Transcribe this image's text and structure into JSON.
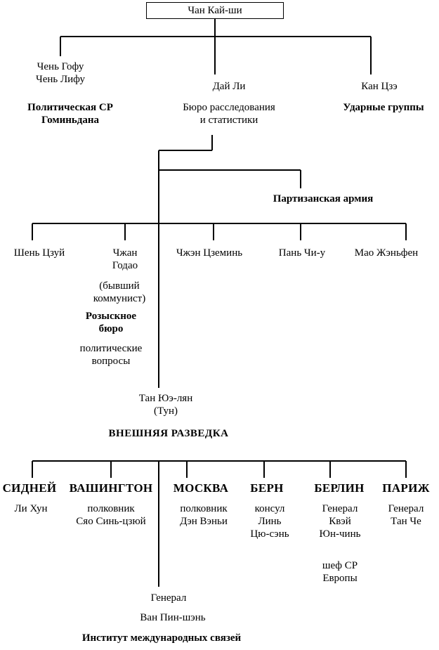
{
  "root": "Чан Кай-ши",
  "level1": {
    "left": {
      "names": [
        "Чень Гофу",
        "Чень Лифу"
      ],
      "org": [
        "Политическая СР",
        "Гоминьдана"
      ]
    },
    "center": {
      "name": "Дай Ли",
      "org": [
        "Бюро расследования",
        "и статистики"
      ]
    },
    "right": {
      "name": "Кан Цзэ",
      "org": "Ударные группы"
    }
  },
  "partisan": "Партизанская армия",
  "level2": {
    "shen": "Шень Цзуй",
    "zhang": {
      "name": [
        "Чжан",
        "Годао"
      ],
      "note": [
        "(бывший",
        "коммунист)"
      ],
      "org": [
        "Розыскное",
        "бюро"
      ],
      "sub": [
        "политические",
        "вопросы"
      ]
    },
    "zhzhen": "Чжэн Цземинь",
    "pan": "Пань Чи-у",
    "mao": "Мао Жэньфен"
  },
  "tan": [
    "Тан Юэ-лян",
    "(Тун)"
  ],
  "foreign": "ВНЕШНЯЯ РАЗВЕДКА",
  "cities": {
    "sydney": {
      "city": "СИДНЕЙ",
      "person": [
        "Ли Хун"
      ]
    },
    "washington": {
      "city": "ВАШИНГТОН",
      "person": [
        "полковник",
        "Сяо Синь-цзюй"
      ]
    },
    "moscow": {
      "city": "МОСКВА",
      "person": [
        "полковник",
        "Дэн Вэньи"
      ]
    },
    "bern": {
      "city": "БЕРН",
      "person": [
        "консул",
        "Линь",
        "Цю-сэнь"
      ]
    },
    "berlin": {
      "city": "БЕРЛИН",
      "person": [
        "Генерал",
        "Квэй",
        "Юн-чинь"
      ],
      "extra": [
        "шеф СР",
        "Европы"
      ]
    },
    "paris": {
      "city": "ПАРИЖ",
      "person": [
        "Генерал",
        "Тан Че"
      ]
    }
  },
  "institute": {
    "title": "Генерал",
    "name": "Ван Пин-шэнь",
    "org": "Институт международных связей"
  }
}
